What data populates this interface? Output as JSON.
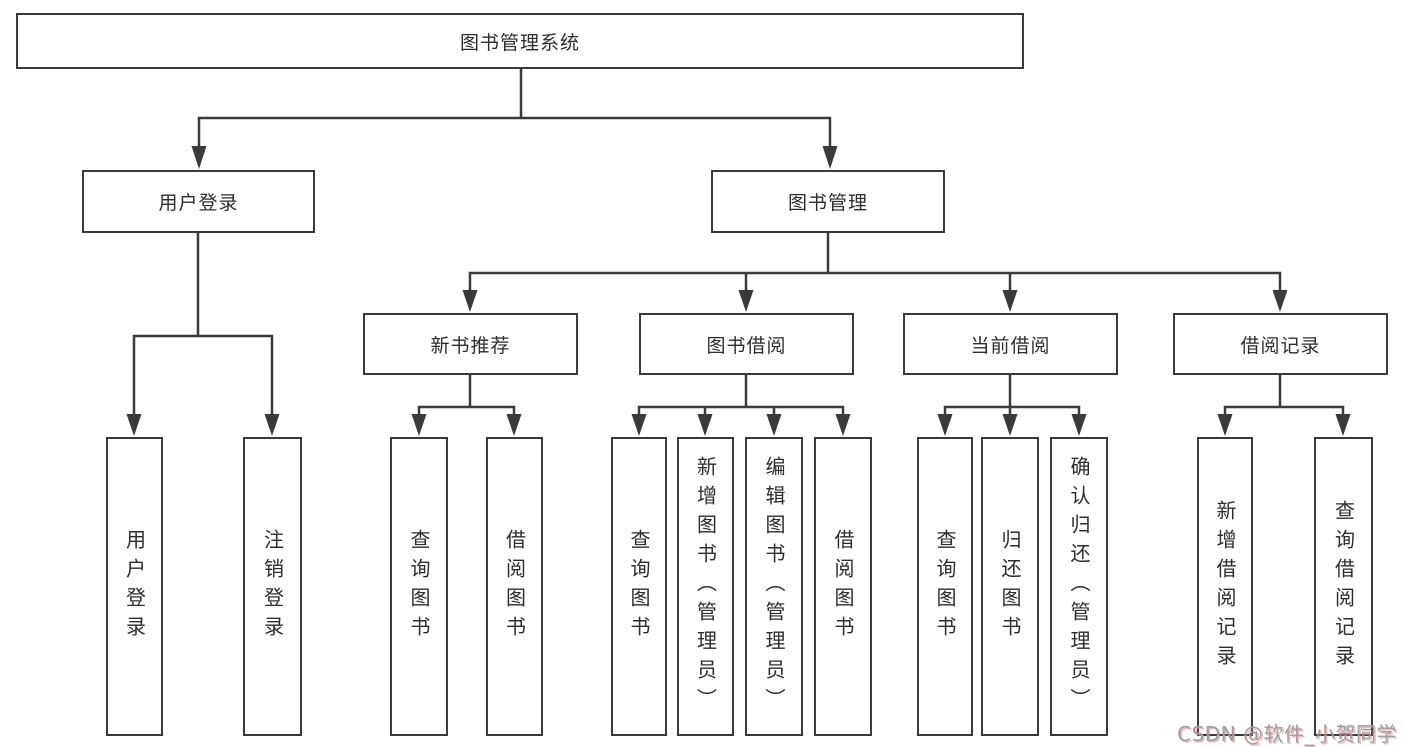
{
  "diagram": {
    "title": "图书管理系统",
    "colors": {
      "line": "#3a3a3a",
      "box_border": "#3a3a3a",
      "text": "#2d2d2d",
      "background": "#ffffff",
      "watermark": "#9e9ea0"
    }
  },
  "tree": {
    "root": {
      "label": "图书管理系统"
    },
    "login": {
      "label": "用户登录",
      "children": [
        {
          "label": "用户登录"
        },
        {
          "label": "注销登录"
        }
      ]
    },
    "management": {
      "label": "图书管理",
      "groups": [
        {
          "label": "新书推荐",
          "children": [
            {
              "label": "查询图书"
            },
            {
              "label": "借阅图书"
            }
          ]
        },
        {
          "label": "图书借阅",
          "children": [
            {
              "label": "查询图书"
            },
            {
              "label": "新增图书（管理员）"
            },
            {
              "label": "编辑图书（管理员）"
            },
            {
              "label": "借阅图书"
            }
          ]
        },
        {
          "label": "当前借阅",
          "children": [
            {
              "label": "查询图书"
            },
            {
              "label": "归还图书"
            },
            {
              "label": "确认归还（管理员）"
            }
          ]
        },
        {
          "label": "借阅记录",
          "children": [
            {
              "label": "新增借阅记录"
            },
            {
              "label": "查询借阅记录"
            }
          ]
        }
      ]
    }
  },
  "watermark": {
    "text": "CSDN @软件_小贺同学"
  }
}
